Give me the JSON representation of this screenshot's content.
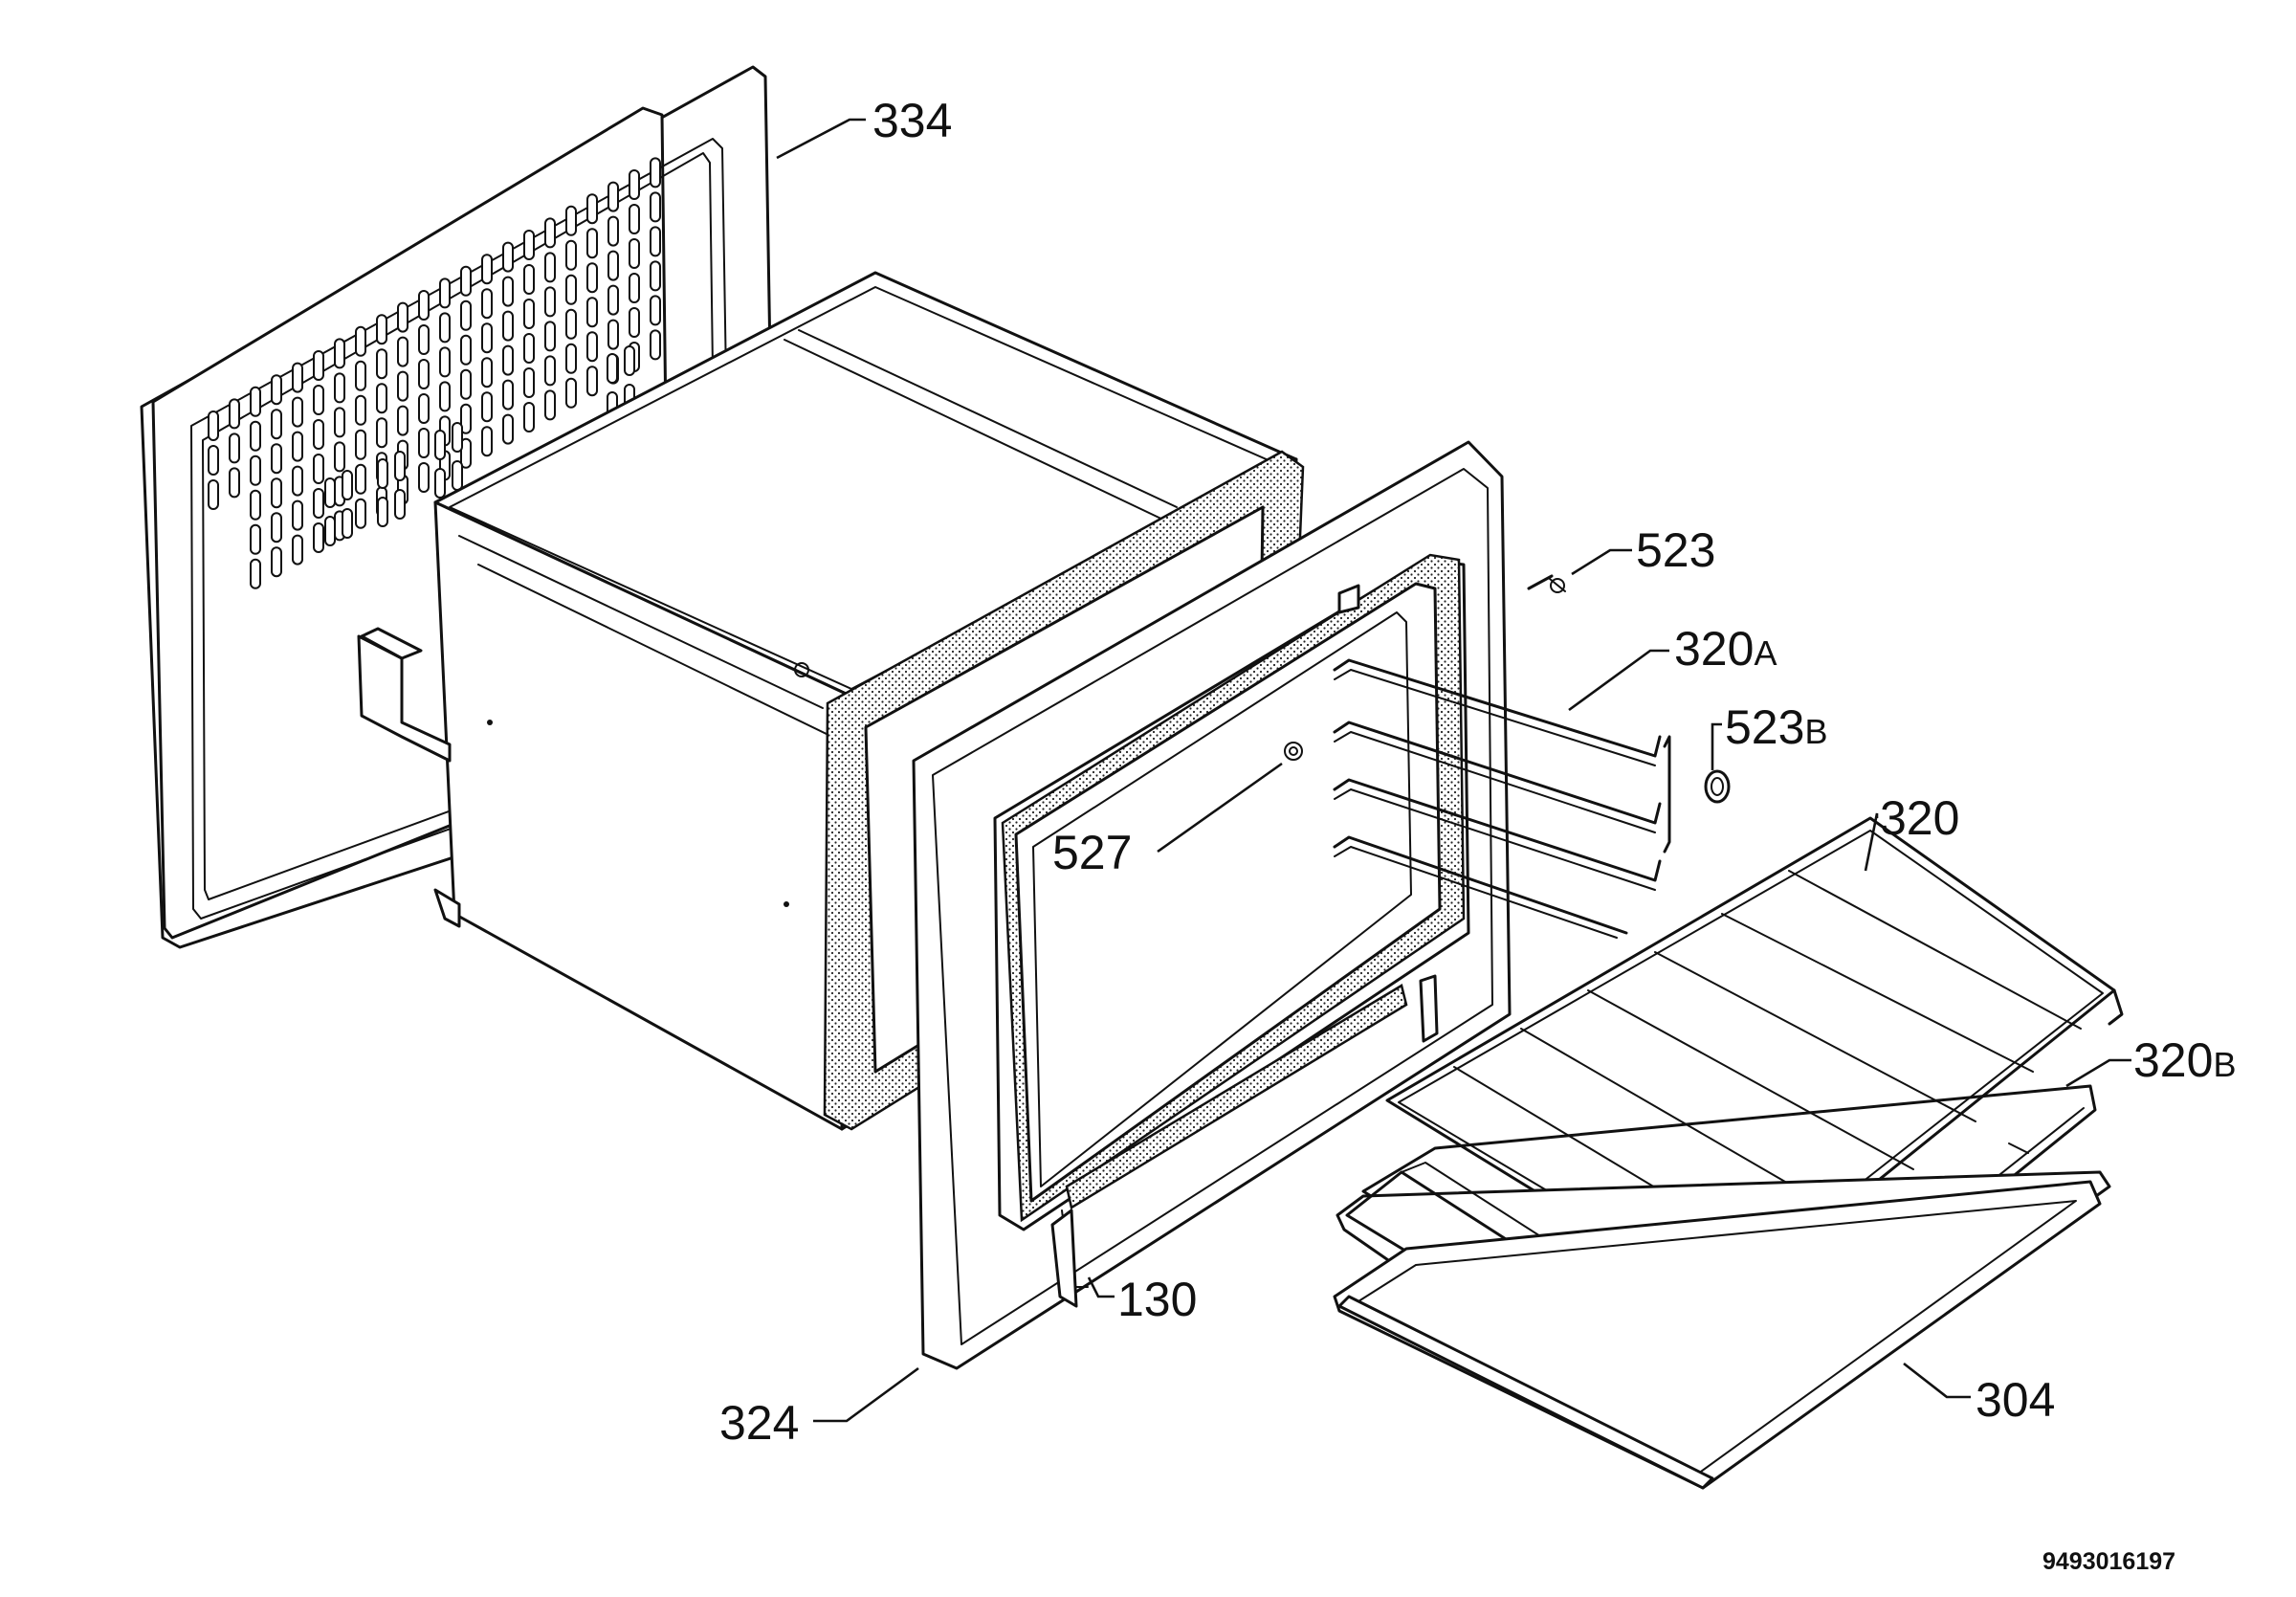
{
  "labels": {
    "p334": {
      "main": "334",
      "suffix": ""
    },
    "p523": {
      "main": "523",
      "suffix": ""
    },
    "p320A": {
      "main": "320",
      "suffix": "A"
    },
    "p523B": {
      "main": "523",
      "suffix": "B"
    },
    "p320": {
      "main": "320",
      "suffix": ""
    },
    "p527": {
      "main": "527",
      "suffix": ""
    },
    "p320B": {
      "main": "320",
      "suffix": "B"
    },
    "p130": {
      "main": "130",
      "suffix": ""
    },
    "p304": {
      "main": "304",
      "suffix": ""
    },
    "p324": {
      "main": "324",
      "suffix": ""
    }
  },
  "drawing_code": "9493016197",
  "colors": {
    "line": "#111111",
    "background": "#ffffff"
  }
}
